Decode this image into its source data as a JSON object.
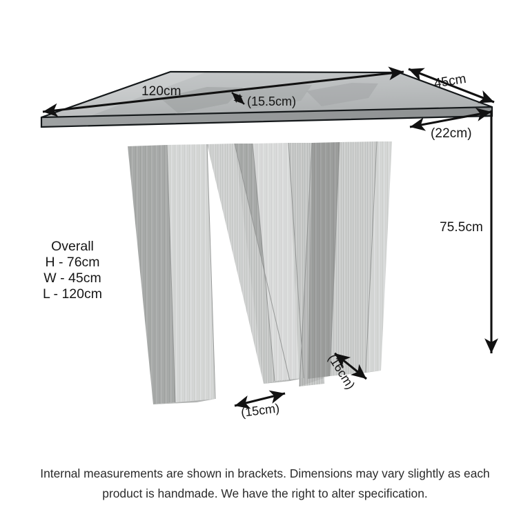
{
  "document": {
    "type": "product-dimension-diagram",
    "subject": "glass-top console table with sculptural wooden zig-zag base",
    "background_color": "#ffffff",
    "line_color": "#111111",
    "text_color": "#151515"
  },
  "dimensions": {
    "length": {
      "label": "120cm",
      "kind": "external",
      "axis": "length-front-edge"
    },
    "width": {
      "label": "45cm",
      "kind": "external",
      "axis": "depth-right-edge"
    },
    "glass_thickness": {
      "label": "(15.5cm)",
      "kind": "internal",
      "axis": "glass-overhang"
    },
    "internal_depth": {
      "label": "(22cm)",
      "kind": "internal",
      "axis": "base-depth"
    },
    "height": {
      "label": "75.5cm",
      "kind": "external",
      "axis": "vertical-height"
    },
    "foot_front": {
      "label": "(15cm)",
      "kind": "internal",
      "axis": "foot-width-front"
    },
    "foot_right": {
      "label": "(16cm)",
      "kind": "internal",
      "axis": "foot-width-right"
    }
  },
  "overall": {
    "heading": "Overall",
    "lines": [
      "H - 76cm",
      "W - 45cm",
      "L - 120cm"
    ]
  },
  "footer": {
    "line1": "Internal measurements are shown in brackets. Dimensions may vary slightly as each",
    "line2": "product is handmade. We have the right to alter specification."
  },
  "palette": {
    "glass_light": "#c9cccd",
    "glass_mid": "#b7babb",
    "glass_dark": "#9ea1a2",
    "glass_edge": "#14181a",
    "wood_light": "#d2d4d3",
    "wood_mid": "#bdbfbe",
    "wood_dark": "#a6a8a7",
    "wood_darker": "#929493"
  }
}
